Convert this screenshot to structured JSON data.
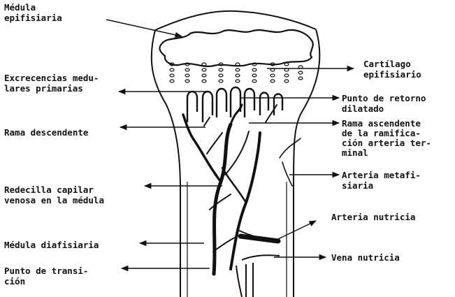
{
  "labels": {
    "medula_epifisiaria": [
      "Médula",
      "epifisiaria"
    ],
    "cartilago_epifisiario": [
      "Cartílago",
      "epifisiario"
    ],
    "excrecencias": [
      "Excrecencias medu-",
      "lares primarias"
    ],
    "punto_retorno": [
      "Punto de retorno",
      "dilatado"
    ],
    "rama_descendente": [
      "Rama descendente"
    ],
    "rama_ascendente": [
      "Rama ascendente",
      "de la ramifica-",
      "ción arteria ter-",
      "minal"
    ],
    "arteria_metafisiaria": [
      "Arteria metafi-",
      "siaria"
    ],
    "redecilla": [
      "Redecilla capilar",
      "venosa en la médula"
    ],
    "arteria_nutricia": [
      "Arteria nutricia"
    ],
    "medula_diafisiaria": [
      "Médula diafisiaria"
    ],
    "vena_nutricia": [
      "Vena nutricia"
    ],
    "punto_transicion": [
      "Punto de transi-",
      "ción"
    ]
  },
  "colors": {
    "ink": "#111111",
    "background": "#ffffff"
  }
}
